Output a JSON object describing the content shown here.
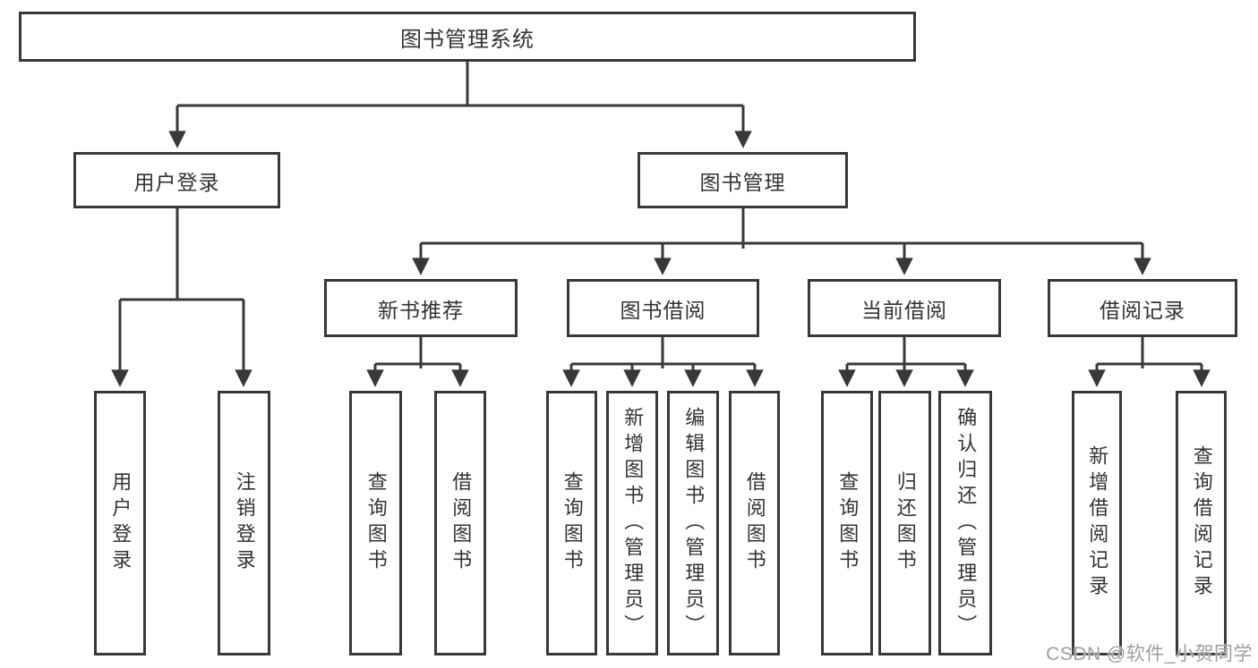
{
  "tree": {
    "root": {
      "label": "图书管理系统",
      "children": [
        {
          "label": "用户登录",
          "children": [
            {
              "label": "用户登录"
            },
            {
              "label": "注销登录"
            }
          ]
        },
        {
          "label": "图书管理",
          "children": [
            {
              "label": "新书推荐",
              "children": [
                {
                  "label": "查询图书"
                },
                {
                  "label": "借阅图书"
                }
              ]
            },
            {
              "label": "图书借阅",
              "children": [
                {
                  "label": "查询图书"
                },
                {
                  "label": "新增图书（管理员）"
                },
                {
                  "label": "编辑图书（管理员）"
                },
                {
                  "label": "借阅图书"
                }
              ]
            },
            {
              "label": "当前借阅",
              "children": [
                {
                  "label": "查询图书"
                },
                {
                  "label": "归还图书"
                },
                {
                  "label": "确认归还（管理员）"
                }
              ]
            },
            {
              "label": "借阅记录",
              "children": [
                {
                  "label": "新增借阅记录"
                },
                {
                  "label": "查询借阅记录"
                }
              ]
            }
          ]
        }
      ]
    }
  },
  "watermark": "CSDN @软件_小贺同学",
  "colors": {
    "line": "#383838",
    "text": "#333333",
    "background": "#ffffff",
    "watermark": "#9e9e9e"
  }
}
